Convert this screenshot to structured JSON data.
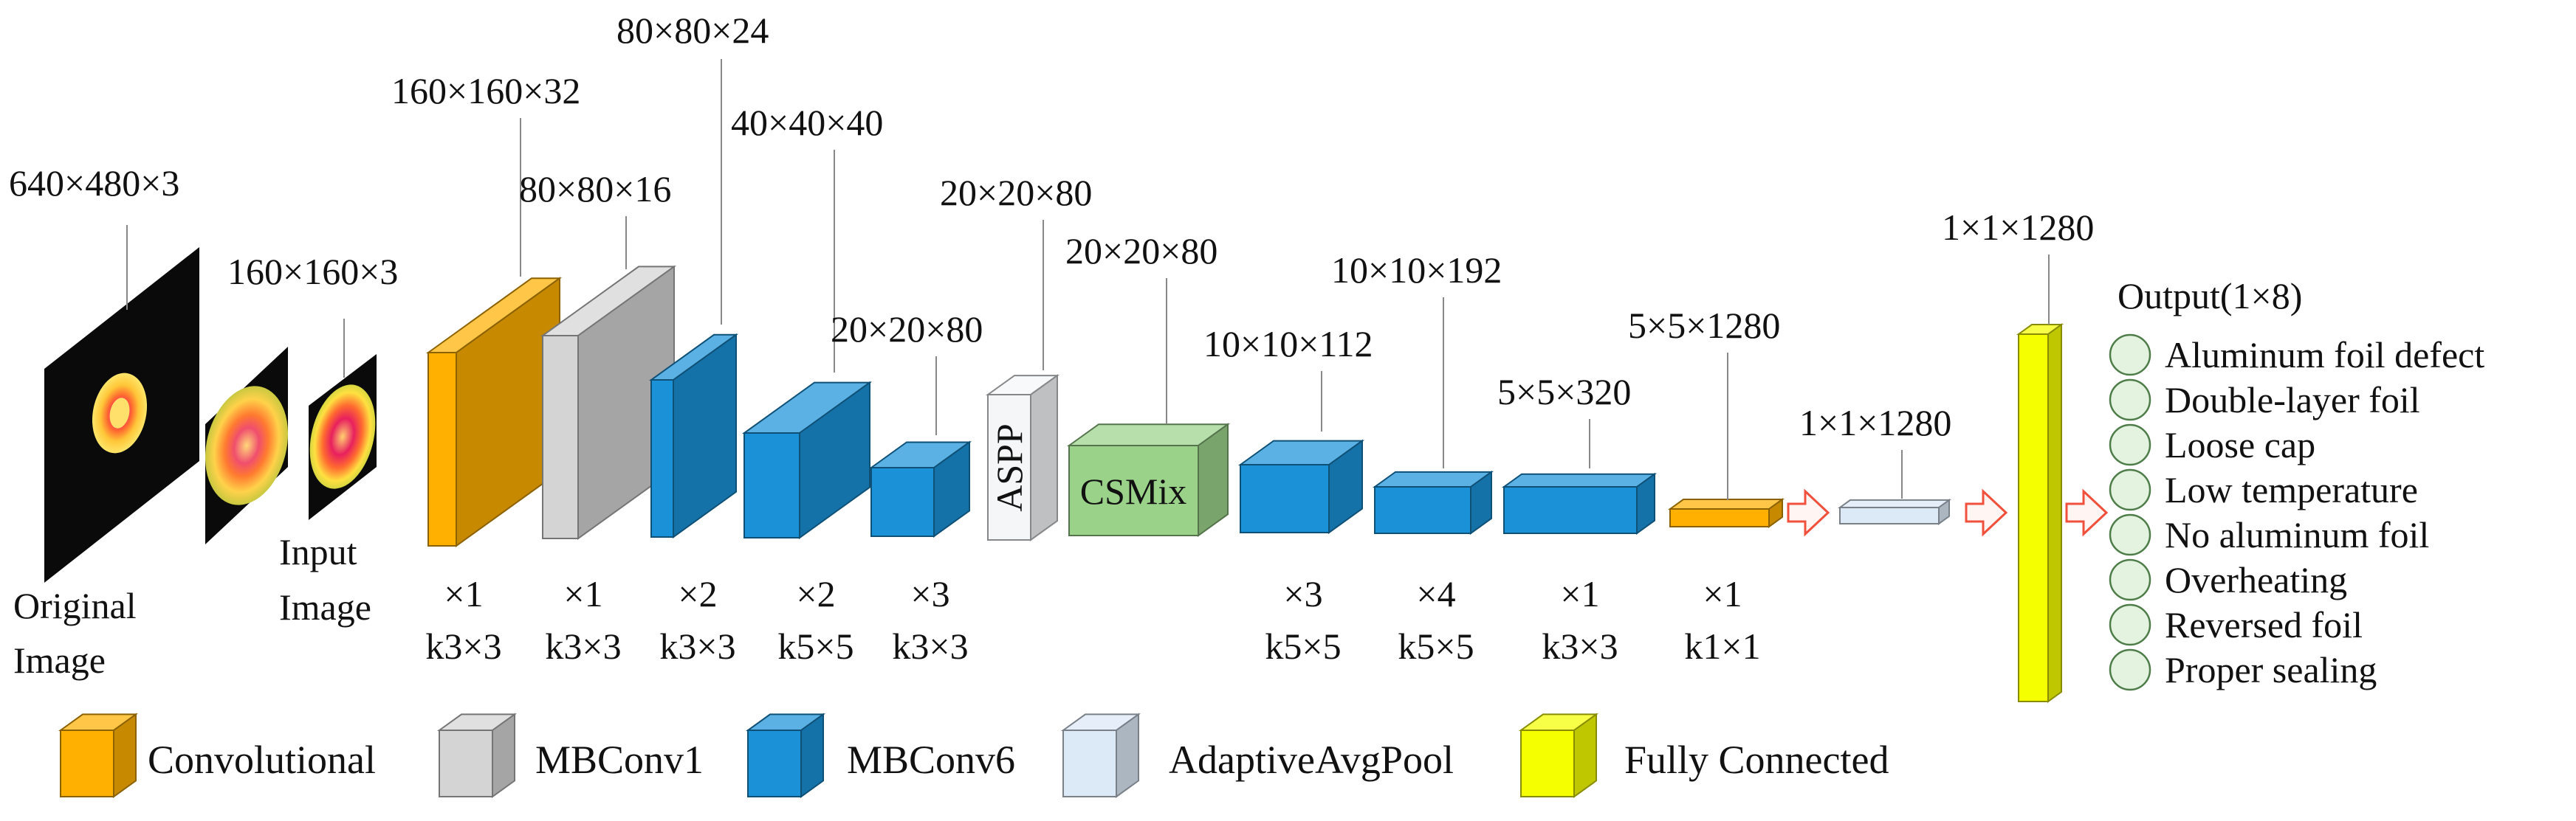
{
  "colors": {
    "convolutional": "#FFB000",
    "mbconv1": "#D4D4D4",
    "mbconv6": "#1B92D8",
    "adaptive_avg_pool": "#DCE9F7",
    "fully_connected": "#F5FF00",
    "aspp": "#F4F6F8",
    "csmix": "#9BD28A",
    "arrow": "#F0503C",
    "output_node": "#E3F3DF"
  },
  "images": {
    "original_dims": "640×480×3",
    "original_label": [
      "Original",
      "Image"
    ],
    "input_dims": "160×160×3",
    "input_label": [
      "Input",
      "Image"
    ]
  },
  "blocks": [
    {
      "id": "conv",
      "type": "convolutional",
      "dims": "160×160×32",
      "repeat": "×1",
      "kernel": "k3×3"
    },
    {
      "id": "mb1",
      "type": "mbconv1",
      "dims": "80×80×16",
      "repeat": "×1",
      "kernel": "k3×3"
    },
    {
      "id": "mb6a",
      "type": "mbconv6",
      "dims": "80×80×24",
      "repeat": "×2",
      "kernel": "k3×3"
    },
    {
      "id": "mb6b",
      "type": "mbconv6",
      "dims": "40×40×40",
      "repeat": "×2",
      "kernel": "k5×5"
    },
    {
      "id": "mb6c",
      "type": "mbconv6",
      "dims": "20×20×80",
      "repeat": "×3",
      "kernel": "k3×3"
    },
    {
      "id": "aspp",
      "type": "aspp",
      "dims": "20×20×80",
      "label": "ASPP"
    },
    {
      "id": "csmix",
      "type": "csmix",
      "dims": "20×20×80",
      "label": "CSMix"
    },
    {
      "id": "mb6d",
      "type": "mbconv6",
      "dims": "10×10×112",
      "repeat": "×3",
      "kernel": "k5×5"
    },
    {
      "id": "mb6e",
      "type": "mbconv6",
      "dims": "10×10×192",
      "repeat": "×4",
      "kernel": "k5×5"
    },
    {
      "id": "mb6f",
      "type": "mbconv6",
      "dims": "5×5×320",
      "repeat": "×1",
      "kernel": "k3×3"
    },
    {
      "id": "conv2",
      "type": "convolutional",
      "dims": "5×5×1280",
      "repeat": "×1",
      "kernel": "k1×1"
    },
    {
      "id": "pool",
      "type": "adaptive_avg_pool",
      "dims": "1×1×1280"
    },
    {
      "id": "fc",
      "type": "fully_connected",
      "dims": "1×1×1280"
    }
  ],
  "output": {
    "title": "Output(1×8)",
    "classes": [
      "Aluminum foil defect",
      "Double-layer foil",
      "Loose cap",
      "Low temperature",
      "No aluminum foil",
      "Overheating",
      "Reversed foil",
      "Proper sealing"
    ]
  },
  "legend": [
    {
      "type": "convolutional",
      "label": "Convolutional"
    },
    {
      "type": "mbconv1",
      "label": "MBConv1"
    },
    {
      "type": "mbconv6",
      "label": "MBConv6"
    },
    {
      "type": "adaptive_avg_pool",
      "label": "AdaptiveAvgPool"
    },
    {
      "type": "fully_connected",
      "label": "Fully Connected"
    }
  ]
}
